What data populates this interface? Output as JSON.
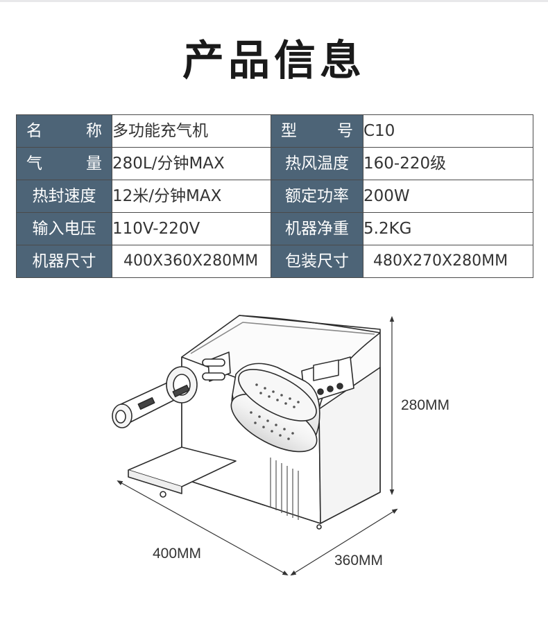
{
  "title": "产品信息",
  "specs": [
    {
      "label1": "名 称",
      "value1": "多功能充气机",
      "label2": "型 号",
      "value2": "C10"
    },
    {
      "label1": "气 量",
      "value1": "280L/分钟MAX",
      "label2": "热风温度",
      "value2": "160-220级"
    },
    {
      "label1": "热封速度",
      "value1": "12米/分钟MAX",
      "label2": "额定功率",
      "value2": "200W"
    },
    {
      "label1": "输入电压",
      "value1": "110V-220V",
      "label2": "机器净重",
      "value2": "5.2KG"
    },
    {
      "label1": "机器尺寸",
      "value1": "400X360X280MM",
      "label2": "包装尺寸",
      "value2": "480X270X280MM"
    }
  ],
  "dimensions": {
    "height": "280MM",
    "width": "400MM",
    "depth": "360MM"
  }
}
